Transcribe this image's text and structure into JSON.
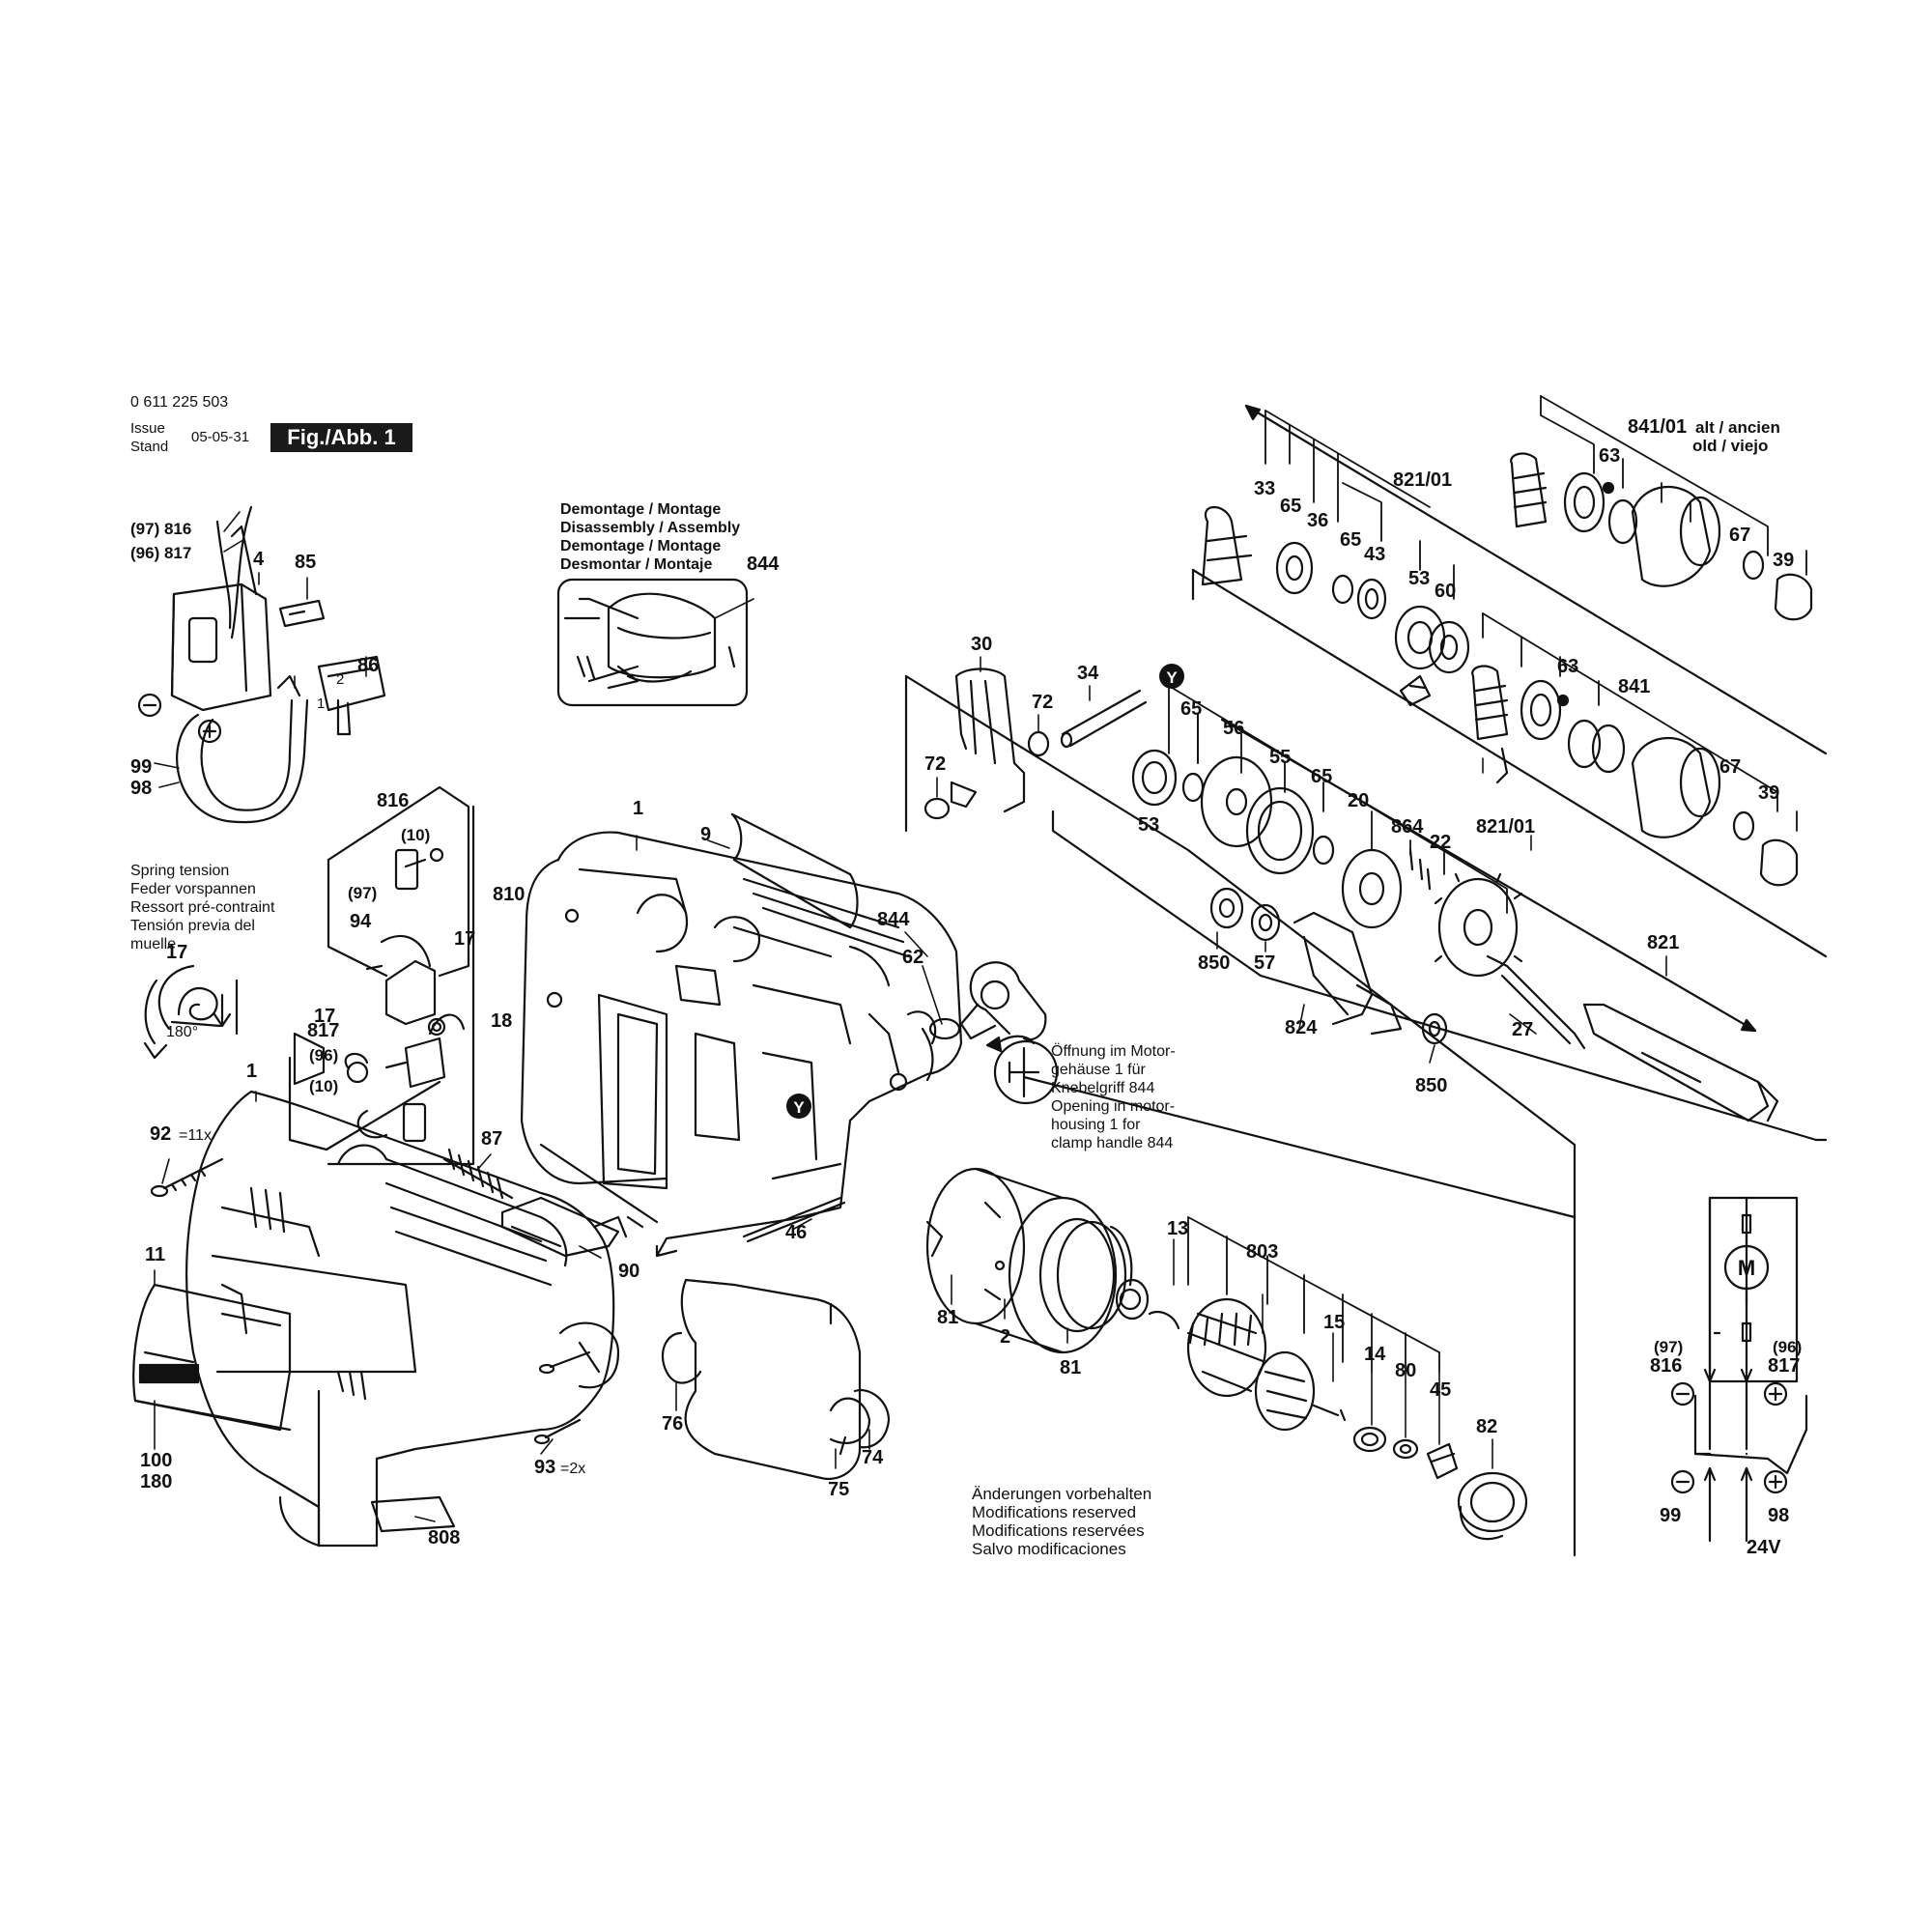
{
  "header": {
    "part_number": "0 611 225 503",
    "issue_lines": [
      "Issue",
      "Stand"
    ],
    "issue_date": "05-05-31",
    "figure_label": "Fig./Abb. 1"
  },
  "notes": {
    "disassembly": [
      "Demontage / Montage",
      "Disassembly / Assembly",
      "Demontage / Montage",
      "Desmontar / Montaje"
    ],
    "spring_tension": [
      "Spring tension",
      "Feder vorspannen",
      "Ressort pré-contraint",
      "Tensión previa del",
      "muelle"
    ],
    "opening": [
      "Öffnung im Motor-",
      "gehäuse 1 für",
      "Knebelgriff 844",
      "Opening in motor-",
      "housing 1 for",
      "clamp handle 844"
    ],
    "modifications": [
      "Änderungen vorbehalten",
      "Modifications reserved",
      "Modifications reservées",
      "Salvo modificaciones"
    ],
    "old_label": [
      "alt / ancien",
      "old / viejo"
    ],
    "angle": "180°",
    "voltage": "24V",
    "motor_symbol": "M",
    "callout_y": "Y",
    "qty_92": "=11x",
    "qty_93": "=2x"
  },
  "parts": {
    "p_97_816": "(97) 816",
    "p_96_817": "(96) 817",
    "p_4": "4",
    "p_85": "85",
    "p_86": "86",
    "p_2_small": "2",
    "p_1_small": "1",
    "p_99": "99",
    "p_98": "98",
    "p_816": "816",
    "p_10": "(10)",
    "p_97": "(97)",
    "p_94": "94",
    "p_810": "810",
    "p_17": "17",
    "p_817": "817",
    "p_96": "(96)",
    "p_18": "18",
    "p_844_top": "844",
    "p_1_top": "1",
    "p_9": "9",
    "p_844": "844",
    "p_62": "62",
    "p_30": "30",
    "p_72": "72",
    "p_34": "34",
    "p_33": "33",
    "p_65": "65",
    "p_36": "36",
    "p_43": "43",
    "p_53": "53",
    "p_60": "60",
    "p_821_01": "821/01",
    "p_841_01": "841/01",
    "p_63": "63",
    "p_67": "67",
    "p_39": "39",
    "p_841": "841",
    "p_56": "56",
    "p_55": "55",
    "p_20": "20",
    "p_864": "864",
    "p_22": "22",
    "p_850": "850",
    "p_57": "57",
    "p_824": "824",
    "p_27": "27",
    "p_821": "821",
    "p_1": "1",
    "p_92": "92",
    "p_11": "11",
    "p_100": "100",
    "p_180": "180",
    "p_93": "93",
    "p_808": "808",
    "p_87": "87",
    "p_90": "90",
    "p_46": "46",
    "p_76": "76",
    "p_75": "75",
    "p_74": "74",
    "p_81": "81",
    "p_2": "2",
    "p_13": "13",
    "p_803": "803",
    "p_15": "15",
    "p_14": "14",
    "p_80": "80",
    "p_45": "45",
    "p_82": "82"
  }
}
